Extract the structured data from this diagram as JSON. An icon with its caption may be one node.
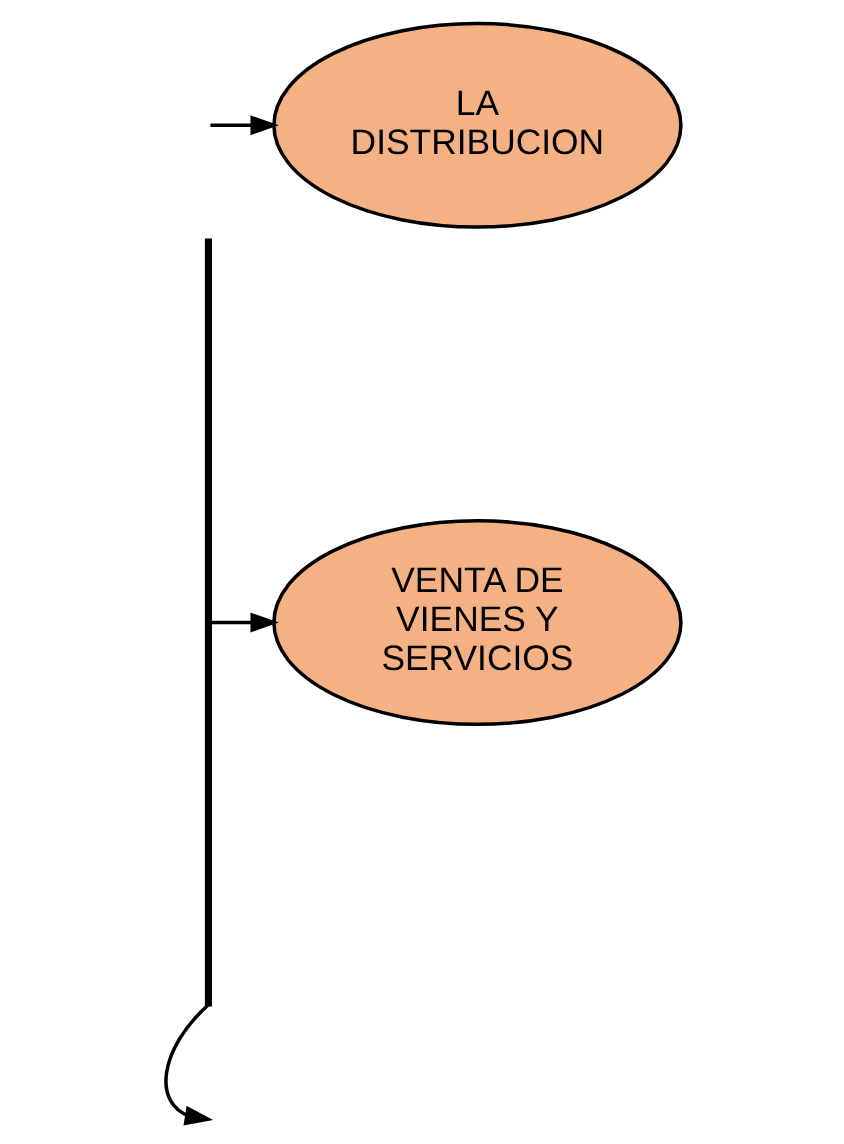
{
  "diagram": {
    "nodes": [
      {
        "text": [],
        "shape": "bar"
      },
      {
        "text": [
          "VENTA DE VIENES Y SERVICIOS"
        ]
      },
      {
        "text": [
          "LA DISTRIBUCION"
        ]
      }
    ],
    "edges": [
      {
        "from": 0,
        "to": 1,
        "arrow": "to"
      },
      {
        "from": null,
        "to": 2,
        "arrow": "to"
      },
      {
        "from": 0,
        "to": null,
        "arrow": "to"
      }
    ]
  }
}
